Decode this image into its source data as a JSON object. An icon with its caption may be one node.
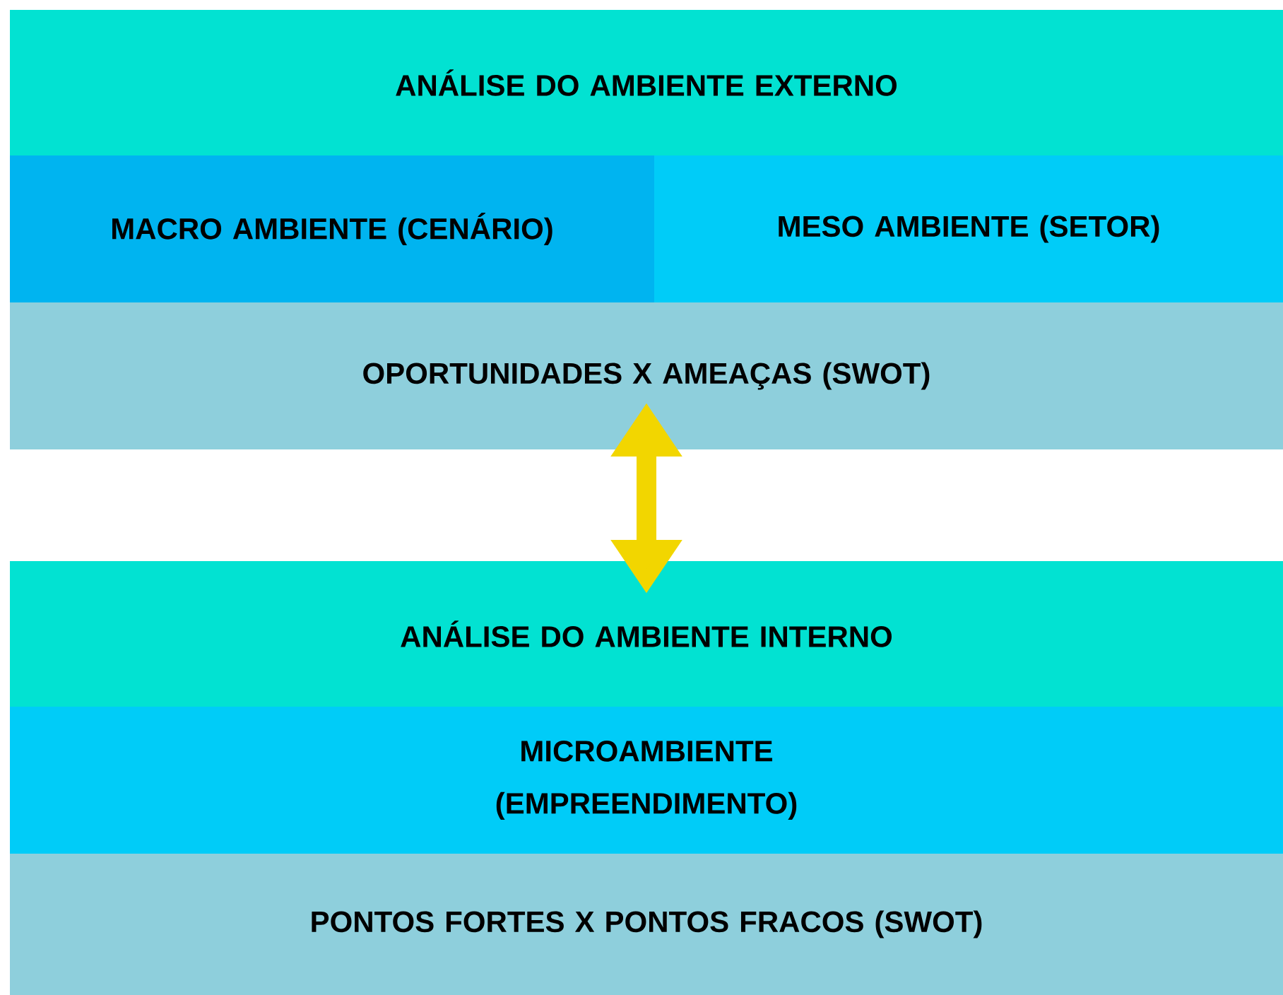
{
  "diagram": {
    "nodes": [
      {
        "text": [
          "ANÁLISE DO AMBIENTE EXTERNO"
        ]
      },
      {
        "text": [
          "MACRO AMBIENTE (CENÁRIO)"
        ]
      },
      {
        "text": [
          "MESO AMBIENTE (SETOR)"
        ]
      },
      {
        "text": [
          "OPORTUNIDADES X AMEAÇAS (SWOT)"
        ]
      },
      {
        "text": [
          "ANÁLISE DO AMBIENTE INTERNO"
        ]
      },
      {
        "text": [
          "MICROAMBIENTE (EMPREENDIMENTO)"
        ]
      },
      {
        "text": [
          "PONTOS FORTES X PONTOS FRACOS (SWOT)"
        ]
      }
    ],
    "edges": [
      {
        "from": 3,
        "to": 4,
        "arrow": "both"
      }
    ]
  }
}
